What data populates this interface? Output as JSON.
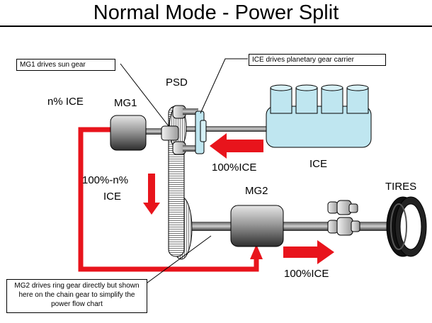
{
  "title": "Normal Mode - Power Split",
  "labels": {
    "psd": "PSD",
    "mg1": "MG1",
    "mg2": "MG2",
    "ice": "ICE",
    "tires": "TIRES",
    "n_ice": "n% ICE",
    "flow_100_n_line1": "100%-n%",
    "flow_100_n_line2": "ICE",
    "flow_100_ice_top": "100%ICE",
    "flow_100_ice_bottom": "100%ICE"
  },
  "callouts": {
    "mg1_sun": "MG1 drives sun gear",
    "ice_carrier": "ICE drives planetary gear carrier",
    "mg2_ring": "MG2 drives ring gear directly but shown here on the chain gear to simplify the power flow chart"
  },
  "colors": {
    "flow_red": "#e8141c",
    "ice_block": "#bfe6f0",
    "motor_gray": "#8c8c8c"
  }
}
